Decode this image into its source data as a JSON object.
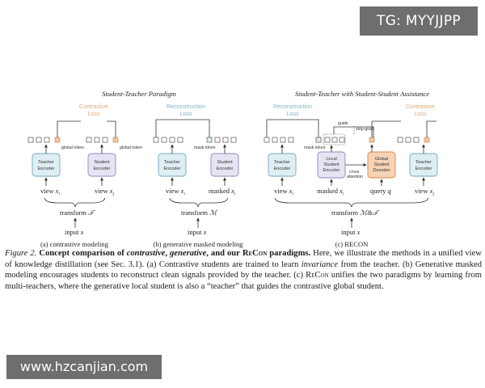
{
  "watermarks": {
    "top": "TG: MYYJJPP",
    "bottom": "www.hzcanjian.com"
  },
  "figure": {
    "panel_a": {
      "subtitle": "(a) contrastive modeling",
      "loss": [
        "Contrastive",
        "Loss"
      ],
      "teacher": [
        "Teacher",
        "Encoder"
      ],
      "student": [
        "Student",
        "Encoder"
      ],
      "view_i": "view",
      "view_j": "view",
      "global_token_1": "global token",
      "global_token_2": "global token",
      "transform": "transform",
      "input": "input"
    },
    "panel_b": {
      "subtitle": "(b) generative masked modeling",
      "loss": [
        "Reconstruction",
        "Loss"
      ],
      "teacher": [
        "Teacher",
        "Encoder"
      ],
      "student": [
        "Student",
        "Encoder"
      ],
      "view_i": "view",
      "masked": "masked",
      "mask_token": "mask token",
      "transform": "transform",
      "input": "input"
    },
    "panel_c": {
      "subtitle": "(c) RECON",
      "loss_recon": [
        "Reconstruction",
        "Loss"
      ],
      "loss_contrast": [
        "Contrastive",
        "Loss"
      ],
      "teacher_1": [
        "Teacher",
        "Encoder"
      ],
      "local_student": [
        "Local",
        "Student",
        "Encoder"
      ],
      "global_student": [
        "Global",
        "Student",
        "Decoder"
      ],
      "teacher_2": [
        "Teacher",
        "Encoder"
      ],
      "guide": "guide",
      "stop_grad": "stop-grad",
      "cross_attention": [
        "cross",
        "attention"
      ],
      "mask_token": "mask token",
      "view_i": "view",
      "masked": "masked",
      "query": "query",
      "view_j": "view",
      "transform": "transform",
      "input": "input"
    },
    "title_left": "Student-Teacher Paradigm",
    "title_right": "Student-Teacher with Student-Student Assistance"
  },
  "caption": {
    "fig_label": "Figure 2.",
    "bold_1": "Concept comparison of",
    "bold_contrastive": "contrastive",
    "bold_comma": ",",
    "bold_generative": "generative",
    "bold_and": ", and our",
    "bold_recon": "ReCon",
    "bold_paradigms": "paradigms.",
    "text_1": "Here, we illustrate the methods in a unified view of knowledge distillation (see Sec. 3.1). (a) Contrastive students are trained to learn",
    "invariance": "invariance",
    "text_2": "from the teacher. (b) Generative masked modeling encourages students to reconstruct clean signals provided by the teacher. (c)",
    "recon_2": "ReCon",
    "text_3": "unifies the two paradigms by learning from multi-teachers, where the generative local student is also a “teacher” that guides the contrastive global student."
  },
  "colors": {
    "encoder_fill": "#dfeef3",
    "encoder_stroke": "#6fa9bd",
    "student_fill": "#e6e4f3",
    "student_stroke": "#8d87c2",
    "decoder_fill": "#f6d3b5",
    "decoder_stroke": "#d9874a",
    "token_global": "#f3c7a1",
    "contrastive_loss": "#e7b98f",
    "recon_loss": "#9ec6d6"
  }
}
